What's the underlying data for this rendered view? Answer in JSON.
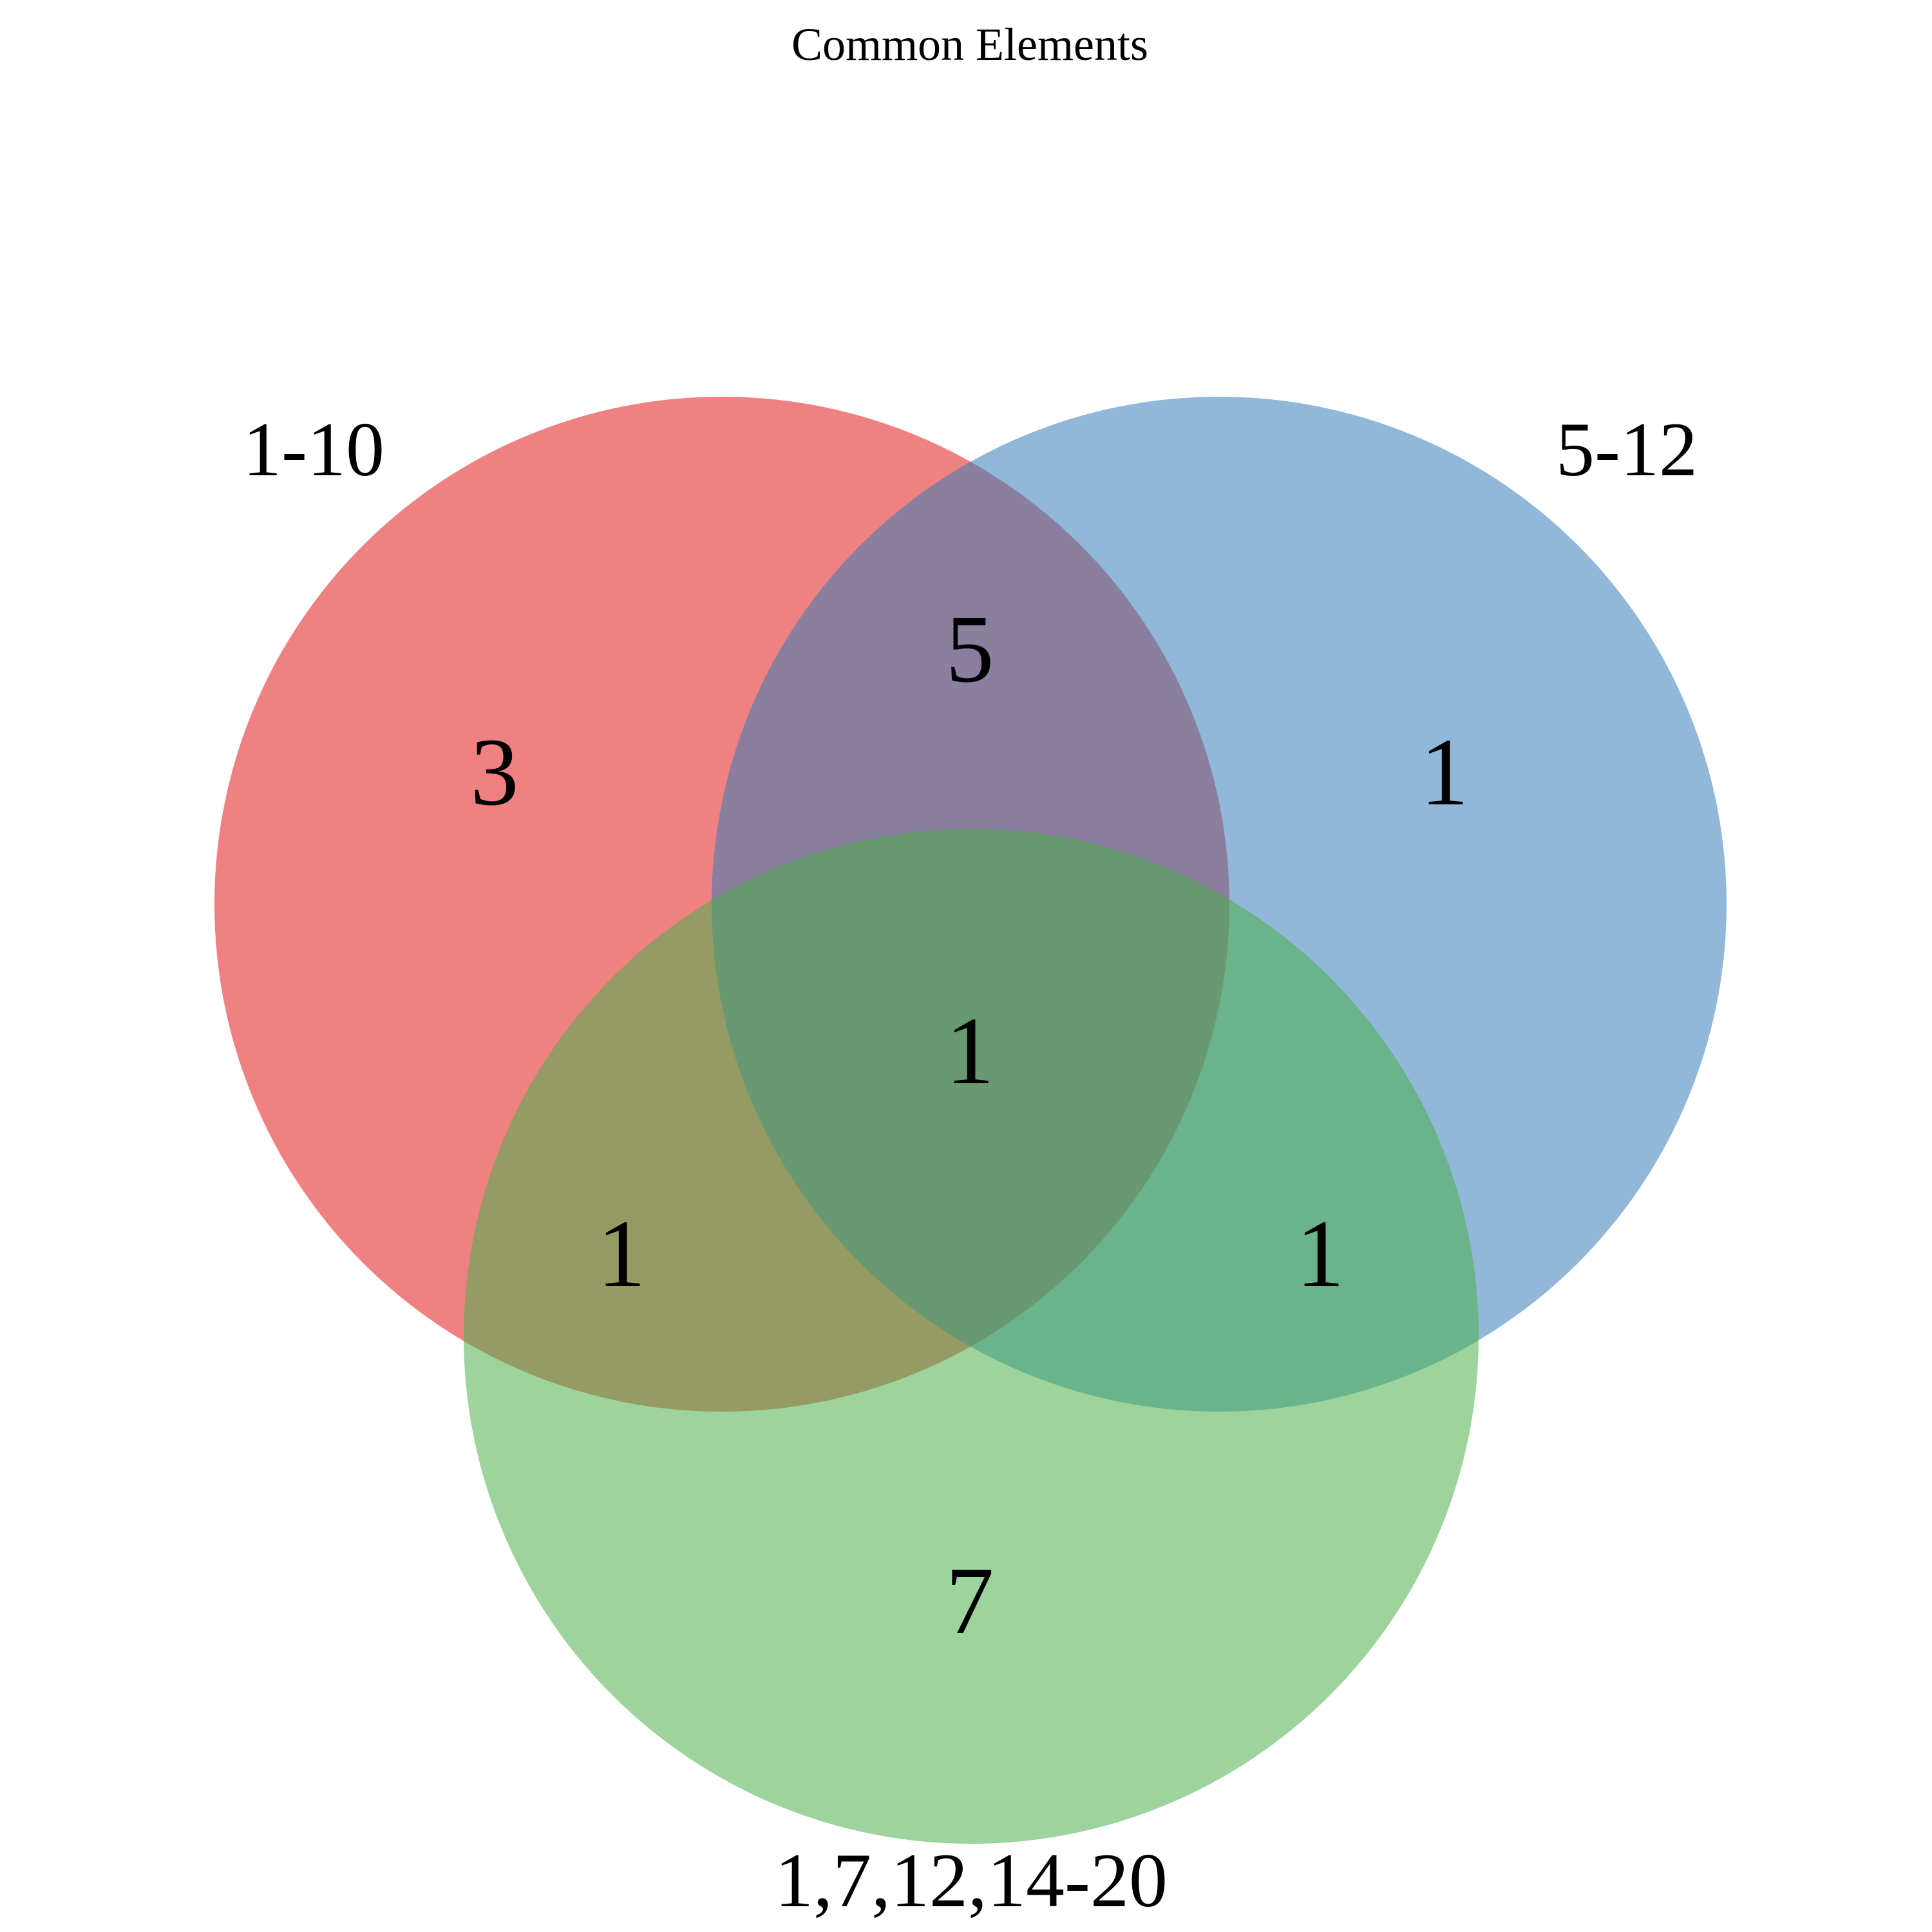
{
  "chart_data": {
    "type": "venn",
    "title": "Common Elements",
    "sets": [
      {
        "id": "a",
        "label": "1-10",
        "color": "#e41a1c"
      },
      {
        "id": "b",
        "label": "5-12",
        "color": "#377eb8"
      },
      {
        "id": "c",
        "label": "1,7,12,14-20",
        "color": "#4daf4a"
      }
    ],
    "regions": {
      "a_only": "3",
      "b_only": "1",
      "c_only": "7",
      "a_b": "5",
      "a_c": "1",
      "b_c": "1",
      "a_b_c": "1"
    }
  }
}
